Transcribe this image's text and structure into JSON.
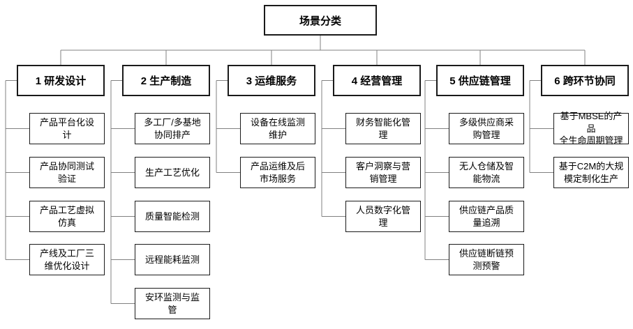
{
  "title": "场景分类",
  "columns": [
    {
      "label": "1 研发设计",
      "items": [
        "产品平台化设\n计",
        "产品协同测试\n验证",
        "产品工艺虚拟\n仿真",
        "产线及工厂三\n维优化设计"
      ]
    },
    {
      "label": "2 生产制造",
      "items": [
        "多工厂/多基地\n协同排产",
        "生产工艺优化",
        "质量智能检测",
        "远程能耗监测",
        "安环监测与监\n管"
      ]
    },
    {
      "label": "3 运维服务",
      "items": [
        "设备在线监测\n维护",
        "产品运维及后\n市场服务"
      ]
    },
    {
      "label": "4 经营管理",
      "items": [
        "财务智能化管\n理",
        "客户洞察与营\n销管理",
        "人员数字化管\n理"
      ]
    },
    {
      "label": "5 供应链管理",
      "items": [
        "多级供应商采\n购管理",
        "无人仓储及智\n能物流",
        "供应链产品质\n量追溯",
        "供应链断链预\n测预警"
      ]
    },
    {
      "label": "6 跨环节协同",
      "items": [
        "基于MBSE的产品\n全生命周期管理",
        "基于C2M的大规\n模定制化生产"
      ]
    }
  ],
  "colors": {
    "background": "#ffffff",
    "box_border": "#1a1a1a",
    "connector": "#808080",
    "text": "#000000"
  }
}
